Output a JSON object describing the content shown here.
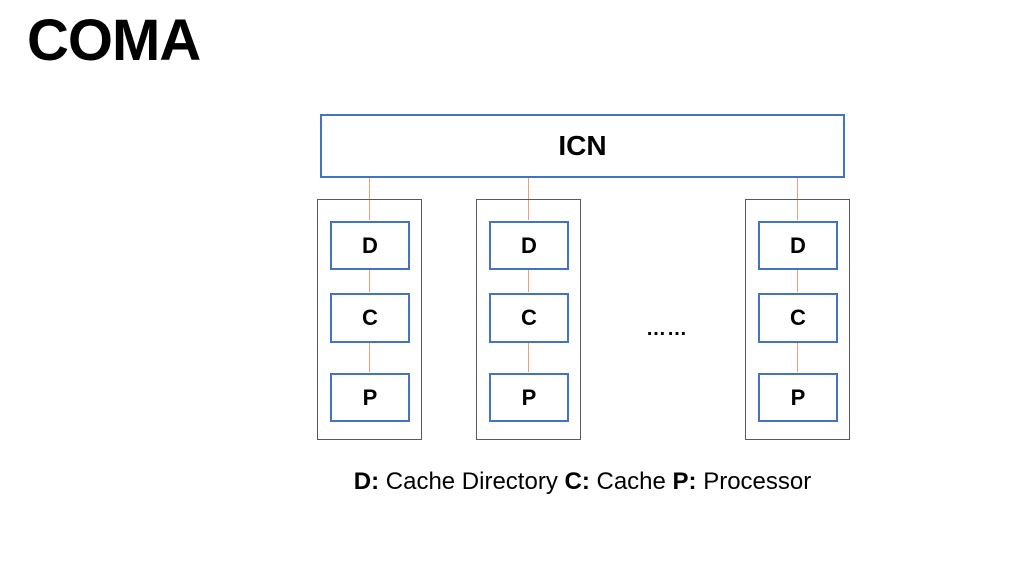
{
  "slide": {
    "title": "COMA"
  },
  "colors": {
    "box_border_blue": "#4472C4",
    "group_border_gray": "#595959",
    "connector_orange": "#EDA077",
    "text_black": "#000000",
    "slide_bg": "#ffffff"
  },
  "icn": {
    "label": "ICN"
  },
  "nodes": {
    "groups": [
      {
        "boxes": [
          "D",
          "C",
          "P"
        ]
      },
      {
        "boxes": [
          "D",
          "C",
          "P"
        ]
      },
      {
        "boxes": [
          "D",
          "C",
          "P"
        ]
      }
    ],
    "ellipsis": "……"
  },
  "legend": {
    "parts": [
      "D:",
      " Cache Directory ",
      "C:",
      " Cache ",
      "P:",
      " Processor"
    ]
  }
}
